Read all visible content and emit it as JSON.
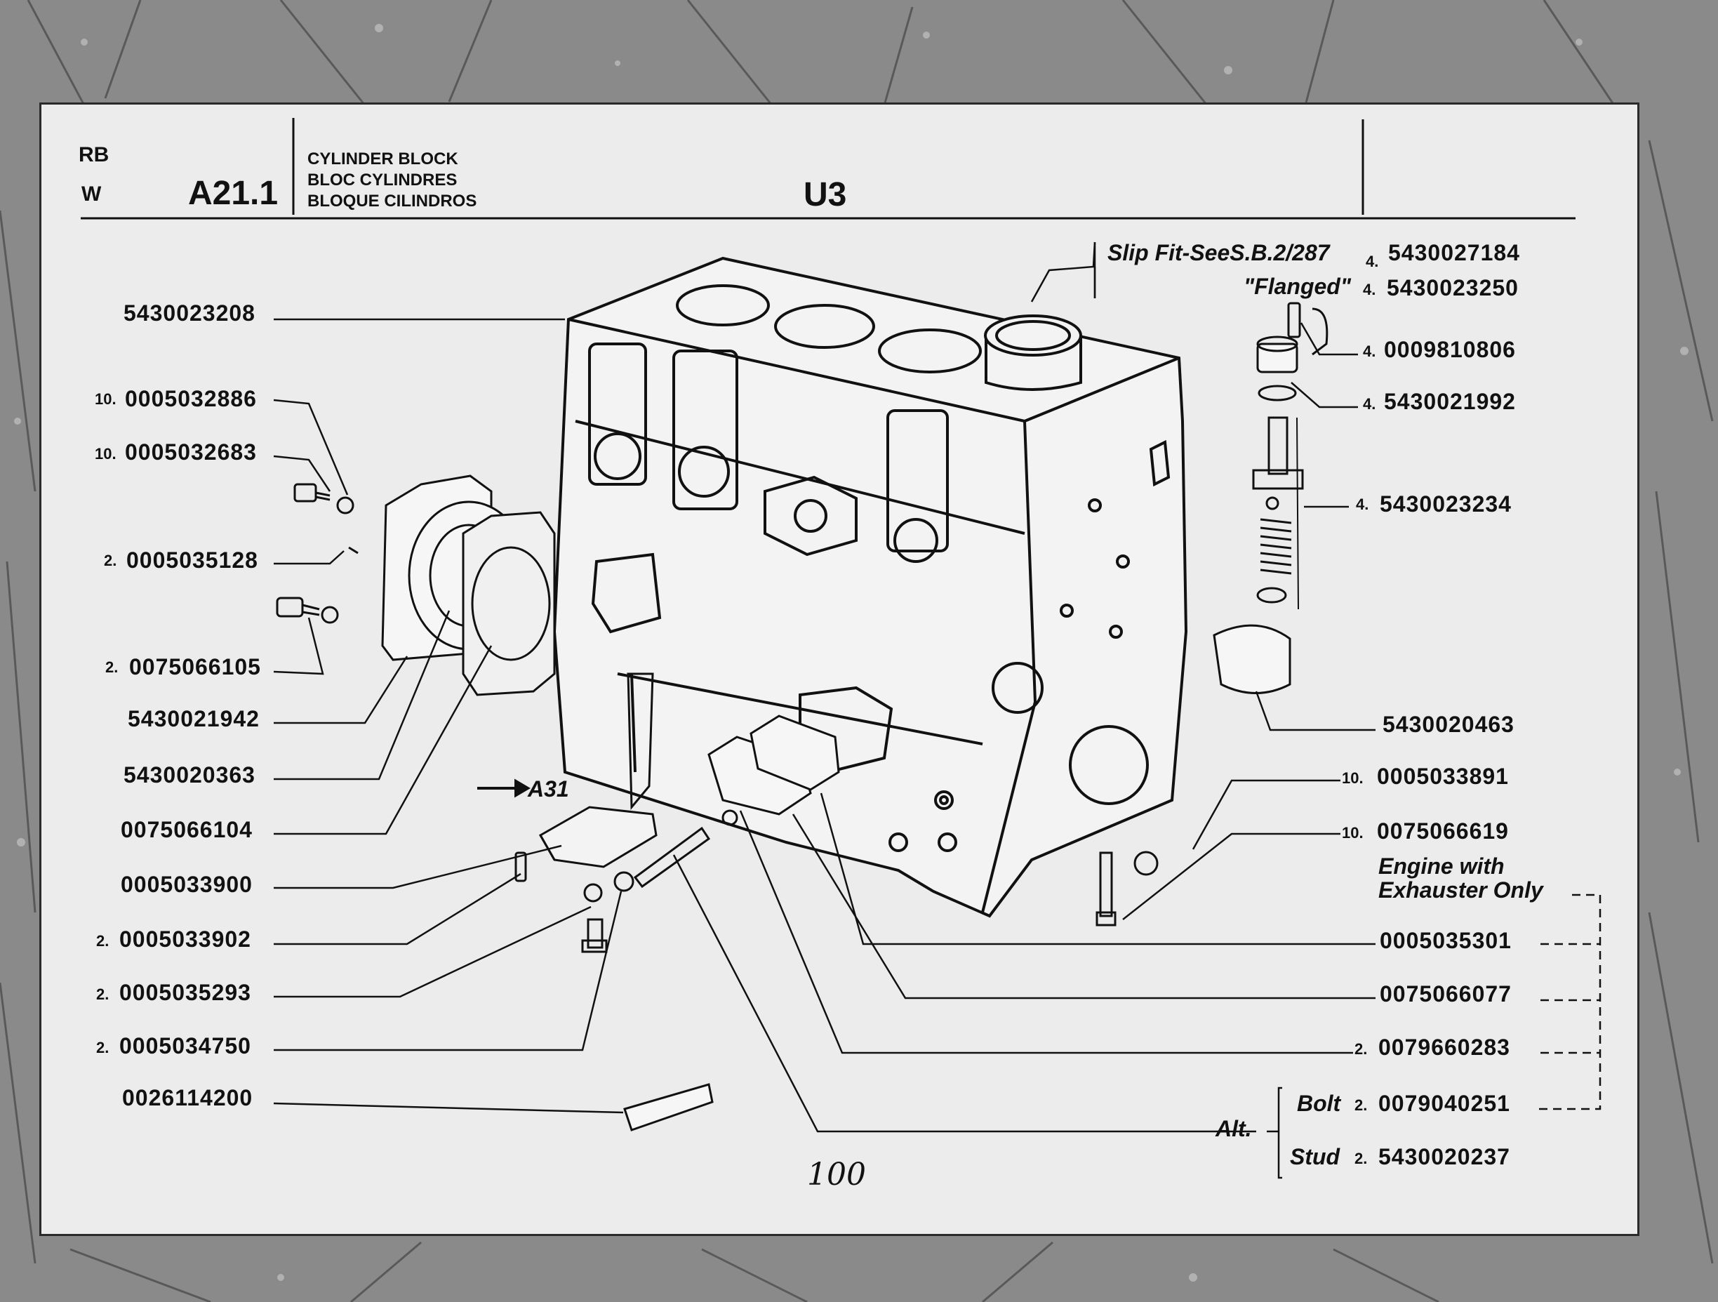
{
  "header": {
    "codes": [
      "RB",
      "W"
    ],
    "section": "A21.1",
    "titles": [
      "CYLINDER BLOCK",
      "BLOC CYLINDRES",
      "BLOQUE CILINDROS"
    ],
    "model": "U3"
  },
  "left_callouts": [
    {
      "qty": "",
      "part": "5430023208"
    },
    {
      "qty": "10.",
      "part": "0005032886"
    },
    {
      "qty": "10.",
      "part": "0005032683"
    },
    {
      "qty": "2.",
      "part": "0005035128"
    },
    {
      "qty": "2.",
      "part": "0075066105"
    },
    {
      "qty": "",
      "part": "5430021942"
    },
    {
      "qty": "",
      "part": "5430020363"
    },
    {
      "qty": "",
      "part": "0075066104"
    },
    {
      "qty": "",
      "part": "0005033900"
    },
    {
      "qty": "2.",
      "part": "0005033902"
    },
    {
      "qty": "2.",
      "part": "0005035293"
    },
    {
      "qty": "2.",
      "part": "0005034750"
    },
    {
      "qty": "",
      "part": "0026114200"
    }
  ],
  "right_callouts": [
    {
      "qty": "4.",
      "part": "5430027184"
    },
    {
      "qty": "4.",
      "part": "5430023250"
    },
    {
      "qty": "4.",
      "part": "0009810806"
    },
    {
      "qty": "4.",
      "part": "5430021992"
    },
    {
      "qty": "4.",
      "part": "5430023234"
    },
    {
      "qty": "",
      "part": "5430020463"
    },
    {
      "qty": "10.",
      "part": "0005033891"
    },
    {
      "qty": "10.",
      "part": "0075066619"
    },
    {
      "qty": "",
      "part": "0005035301"
    },
    {
      "qty": "",
      "part": "0075066077"
    },
    {
      "qty": "2.",
      "part": "0079660283"
    },
    {
      "qty": "2.",
      "part": "0079040251"
    },
    {
      "qty": "2.",
      "part": "5430020237"
    }
  ],
  "notes": {
    "slip_fit": "Slip Fit-SeeS.B.2/287",
    "flanged": "\"Flanged\"",
    "exhauster_line1": "Engine with",
    "exhauster_line2": "Exhauster Only",
    "bolt": "Bolt",
    "stud": "Stud",
    "alt": "Alt.",
    "ref": "A31"
  },
  "page_number": "100",
  "colors": {
    "paper": "#ececec",
    "ink": "#111111",
    "background": "#8d8d8d"
  }
}
